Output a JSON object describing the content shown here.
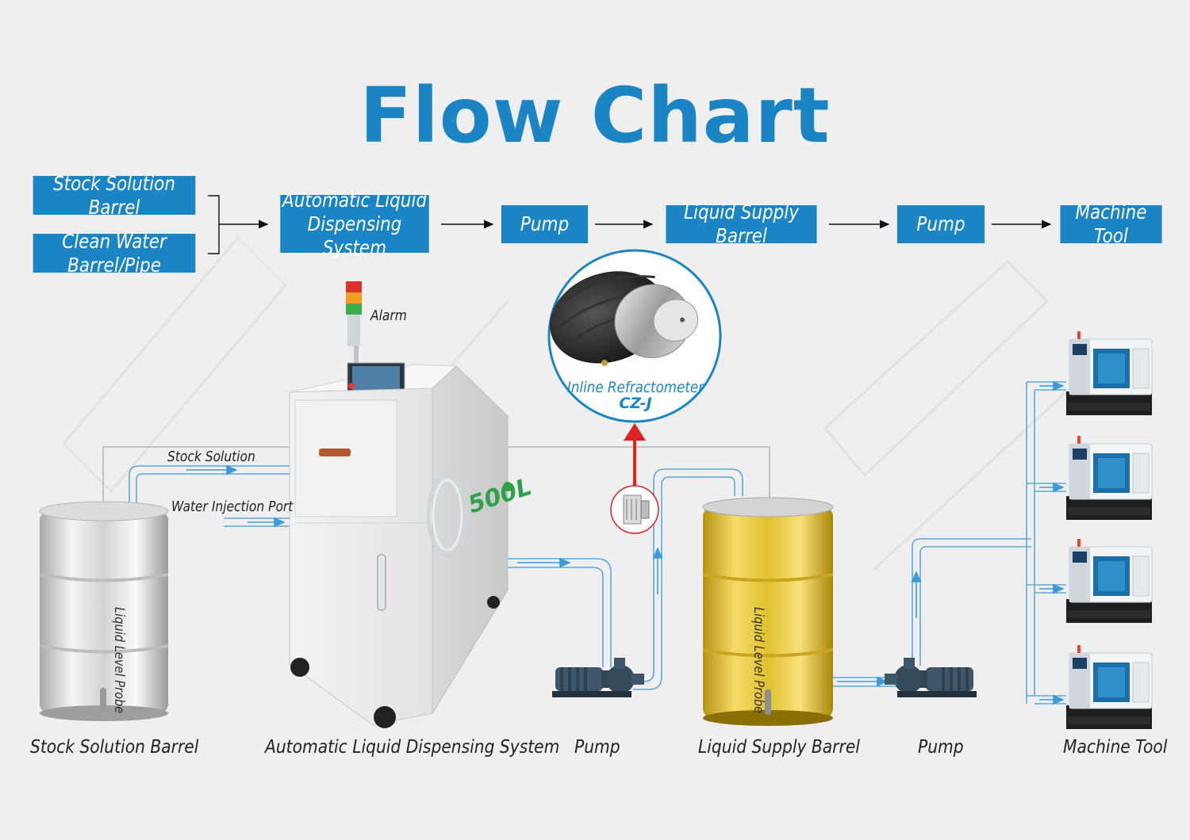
{
  "title": "Flow Chart",
  "colors": {
    "accent": "#1b84c4",
    "background": "#efefef",
    "alert": "#e02020",
    "pipe": "#5aa9dc"
  },
  "flow_boxes": {
    "stock_barrel": "Stock Solution Barrel",
    "clean_water": "Clean Water Barrel/Pipe",
    "dispensing": "Automatic Liquid\nDispensing System",
    "pump1": "Pump",
    "supply_barrel": "Liquid Supply Barrel",
    "pump2": "Pump",
    "machine_tool": "Machine Tool"
  },
  "labels": {
    "alarm": "Alarm",
    "stock_solution": "Stock Solution",
    "water_injection": "Water Injection Port",
    "probe_left": "Liquid Level Probe",
    "probe_right": "Liquid Level Probe",
    "capacity": "500L"
  },
  "refractometer": {
    "name": "Inline Refractometer",
    "model": "CZ-J"
  },
  "bottom_labels": {
    "stock_barrel": "Stock Solution Barrel",
    "dispensing": "Automatic Liquid Dispensing System",
    "pump1": "Pump",
    "supply_barrel": "Liquid Supply Barrel",
    "pump2": "Pump",
    "machine_tool": "Machine Tool"
  },
  "icons": [
    "signal-tower-icon",
    "refractometer-icon",
    "pump-icon",
    "barrel-icon",
    "cnc-machine-icon"
  ]
}
